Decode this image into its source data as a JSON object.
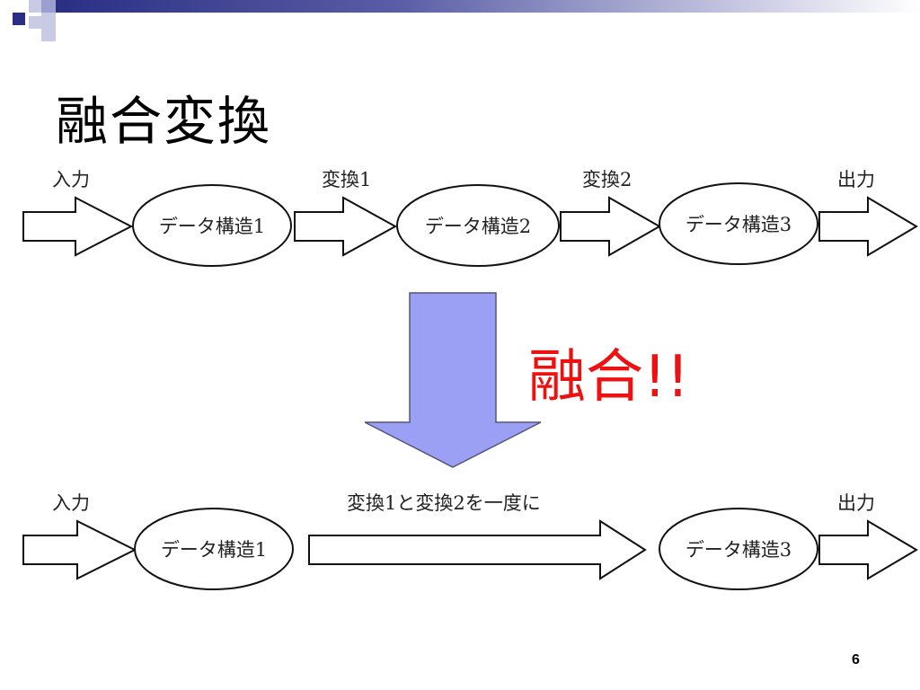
{
  "slide": {
    "title": "融合変換",
    "page_number": "6",
    "fusion_label": "融合!!"
  },
  "before": {
    "input_label": "入力",
    "transform1_label": "変換1",
    "transform2_label": "変換2",
    "output_label": "出力",
    "nodes": [
      "データ構造1",
      "データ構造2",
      "データ構造3"
    ]
  },
  "after": {
    "input_label": "入力",
    "combined_label": "変換1と変換2を一度に",
    "output_label": "出力",
    "nodes": [
      "データ構造1",
      "データ構造3"
    ]
  },
  "colors": {
    "down_arrow_fill": "#9ba0f4",
    "fusion_text": "#ee1111",
    "header_bar": "#2b2f84"
  }
}
